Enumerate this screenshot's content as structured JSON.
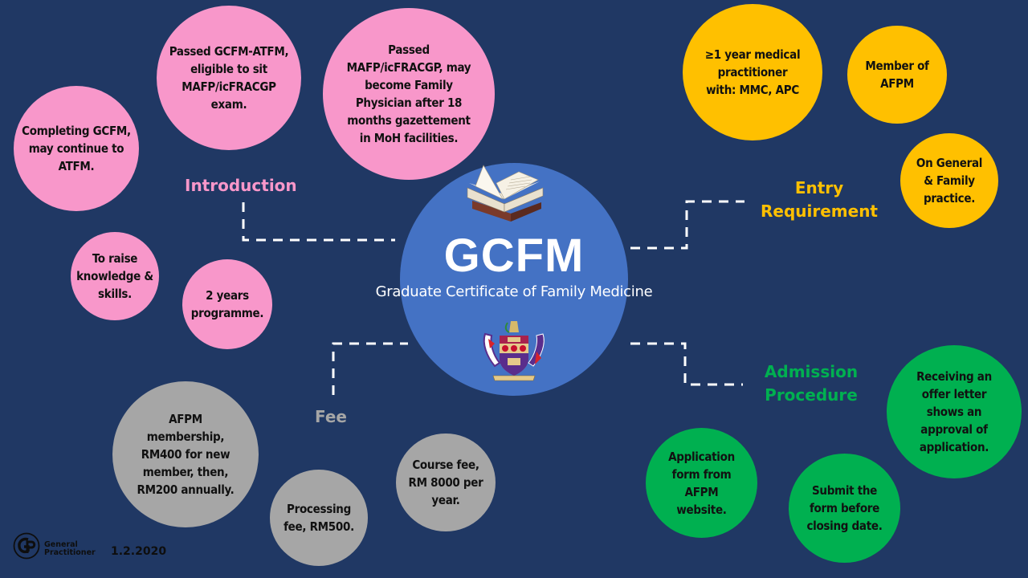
{
  "center": {
    "title": "GCFM",
    "subtitle": "Graduate Certificate of Family Medicine",
    "book_icon": "open-book-icon",
    "crest_icon": "academy-crest-icon"
  },
  "colors": {
    "background": "#203864",
    "center": "#4472C4",
    "introduction": "#F897CA",
    "entry_requirement": "#FFC000",
    "fee": "#A6A6A6",
    "admission_procedure": "#00B050"
  },
  "sections": {
    "introduction": {
      "label": "Introduction",
      "items": [
        "Completing GCFM,\nmay continue to\nATFM.",
        "Passed GCFM-ATFM,\neligible to sit\nMAFP/icFRACGP\nexam.",
        "Passed\nMAFP/icFRACGP, may\nbecome Family\nPhysician after 18\nmonths gazettement\nin MoH facilities.",
        "To raise\nknowledge &\nskills.",
        "2 years\nprogramme."
      ]
    },
    "entry_requirement": {
      "label": "Entry\nRequirement",
      "items": [
        "≥1 year medical\npractitioner\nwith: MMC, APC",
        "Member of\nAFPM",
        "On General\n& Family\npractice."
      ]
    },
    "fee": {
      "label": "Fee",
      "items": [
        "AFPM\nmembership,\nRM400 for new\nmember, then,\nRM200 annually.",
        "Processing\nfee, RM500.",
        "Course fee,\nRM 8000 per\nyear."
      ]
    },
    "admission_procedure": {
      "label": "Admission\nProcedure",
      "items": [
        "Application\nform from\nAFPM\nwebsite.",
        "Submit the\nform before\nclosing date.",
        "Receiving an\noffer letter\nshows an\napproval of\napplication."
      ]
    }
  },
  "footer": {
    "brand_line1": "General",
    "brand_line2": "Practitioner",
    "date": "1.2.2020",
    "logo_icon": "gp-logo-icon"
  }
}
